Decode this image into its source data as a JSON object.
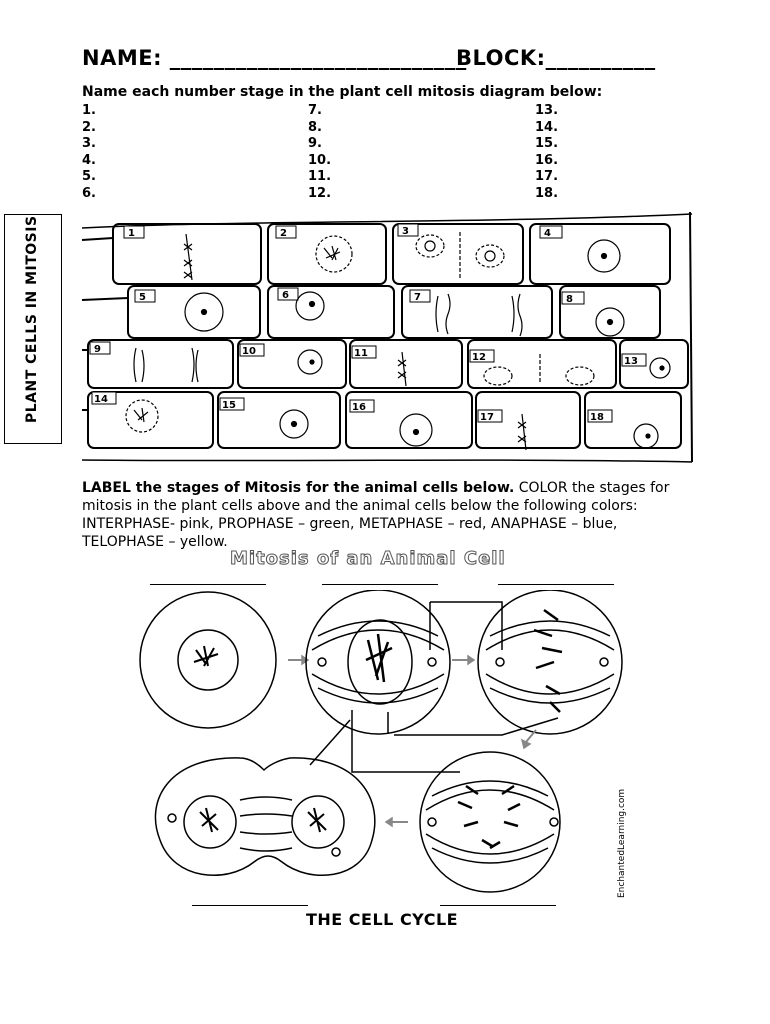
{
  "header": {
    "name_label": "NAME: ___________________________",
    "block_label": "BLOCK:__________"
  },
  "instruction": "Name each number stage in the plant cell mitosis diagram below:",
  "numbers": {
    "col1": [
      "1.",
      "2.",
      "3.",
      "4.",
      "5.",
      "6."
    ],
    "col2": [
      "7.",
      "8.",
      "9.",
      "10.",
      "11.",
      "12."
    ],
    "col3": [
      "13.",
      "14.",
      "15.",
      "16.",
      "17.",
      "18."
    ]
  },
  "side_label": "PLANT CELLS IN MITOSIS",
  "plant_cells": [
    "1",
    "2",
    "3",
    "4",
    "5",
    "6",
    "7",
    "8",
    "9",
    "10",
    "11",
    "12",
    "13",
    "14",
    "15",
    "16",
    "17",
    "18"
  ],
  "label_paragraph": {
    "bold": "LABEL the stages of Mitosis for the animal cells below.",
    "rest": "  COLOR the stages for mitosis in the plant cells above and the animal cells below the following colors:  INTERPHASE- pink, PROPHASE – green, METAPHASE – red, ANAPHASE – blue, TELOPHASE – yellow."
  },
  "animal_title": "Mitosis of an Animal Cell",
  "credit": "EnchantedLearning.com",
  "footer": "THE CELL CYCLE"
}
